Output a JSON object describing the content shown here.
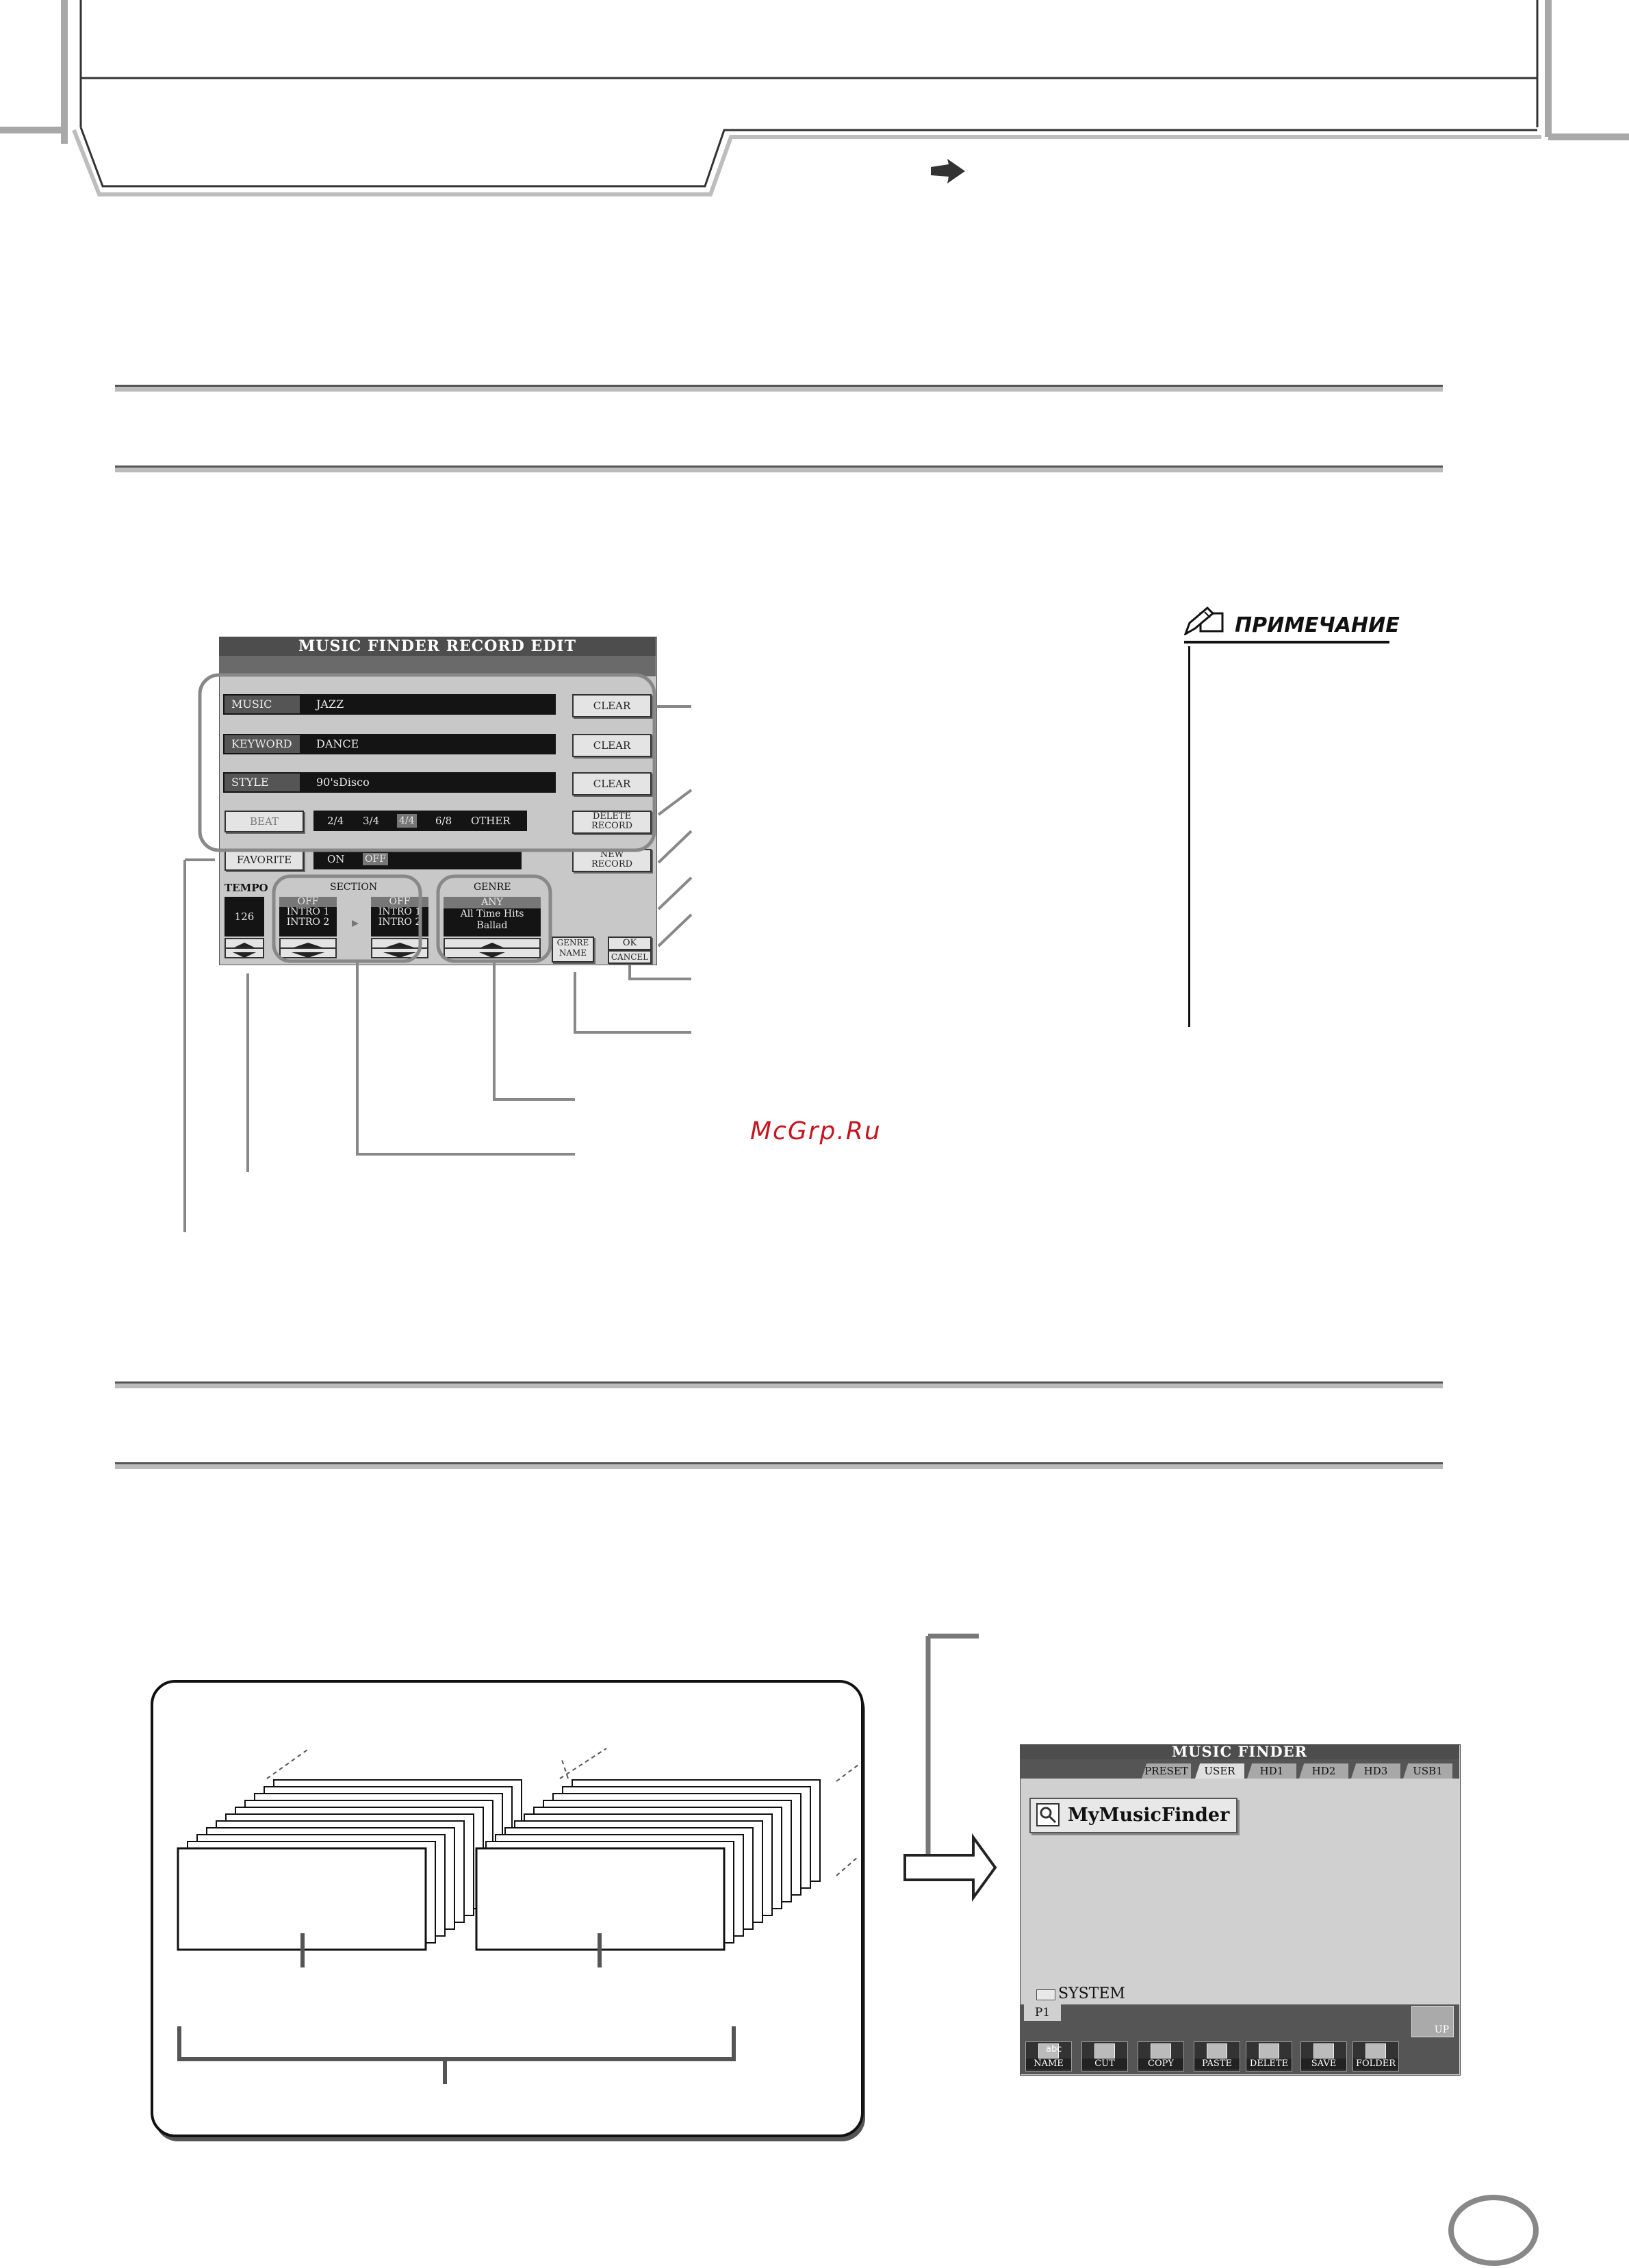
{
  "header": {
    "arrow_icon": "right-arrow-icon"
  },
  "note": {
    "icon": "pencil-note-icon",
    "label": "ПРИМЕЧАНИЕ"
  },
  "watermark": "McGrp.Ru",
  "record_edit": {
    "title": "MUSIC  FINDER  RECORD EDIT",
    "music_label": "MUSIC",
    "music_value": "JAZZ",
    "keyword_label": "KEYWORD",
    "keyword_value": "DANCE",
    "style_label": "STYLE",
    "style_value": "90'sDisco",
    "clear": "CLEAR",
    "beat_label": "BEAT",
    "beats": [
      "2/4",
      "3/4",
      "4/4",
      "6/8",
      "OTHER"
    ],
    "delete_record": [
      "DELETE",
      "RECORD"
    ],
    "new_record": [
      "NEW",
      "RECORD"
    ],
    "favorite_label": "FAVORITE",
    "favorite_on": "ON",
    "favorite_off": "OFF",
    "tempo_label": "TEMPO",
    "tempo_value": "126",
    "section_label": "SECTION",
    "section_left": [
      "OFF",
      "INTRO 1",
      "INTRO 2"
    ],
    "section_right": [
      "OFF",
      "INTRO 1",
      "INTRO 2"
    ],
    "genre_label": "GENRE",
    "genre_items": [
      "ANY",
      "All Time Hits",
      "Ballad"
    ],
    "genre_name": [
      "GENRE",
      "NAME"
    ],
    "ok": "OK",
    "cancel": "CANCEL"
  },
  "music_finder": {
    "title": "MUSIC FINDER",
    "tabs": [
      "PRESET",
      "USER",
      "HD1",
      "HD2",
      "HD3",
      "USB1"
    ],
    "file_name": "MyMusicFinder",
    "system": "SYSTEM",
    "page": "P1",
    "up": "UP",
    "bottom_buttons": [
      "NAME",
      "CUT",
      "COPY",
      "PASTE",
      "DELETE",
      "SAVE",
      "FOLDER"
    ],
    "name_abc": "abc"
  }
}
